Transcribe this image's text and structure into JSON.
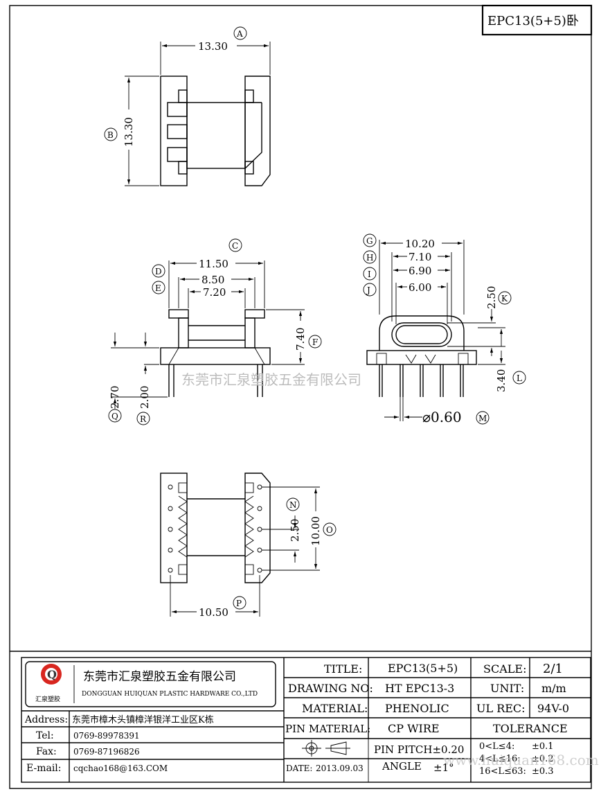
{
  "drawing_id": "EPC13(5+5)卧",
  "watermark_text": "东莞市汇泉塑胶五金有限公司",
  "watermark_site": "www.huiquan168.com",
  "top_view": {
    "width_label": "13.30",
    "height_label": "13.30",
    "width_marker": "A",
    "height_marker": "B"
  },
  "front_view": {
    "dims": [
      "11.50",
      "8.50",
      "7.20",
      "7.40",
      "2.70",
      "2.00"
    ],
    "markers": [
      "C",
      "D",
      "E",
      "F",
      "Q",
      "R"
    ]
  },
  "side_view": {
    "dims": [
      "10.20",
      "7.10",
      "6.90",
      "6.00",
      "2.50",
      "3.40",
      "⌀0.60"
    ],
    "markers": [
      "G",
      "H",
      "I",
      "J",
      "K",
      "L",
      "M"
    ]
  },
  "bottom_view": {
    "dims": [
      "2.50",
      "10.00",
      "10.50"
    ],
    "markers": [
      "N",
      "O",
      "P"
    ]
  },
  "title_block": {
    "company_cn": "东莞市汇泉塑胶五金有限公司",
    "company_en": "DONGGUAN HUIQUAN PLASTIC HARDWARE CO.,LTD",
    "logo_text": "汇泉塑胶",
    "logo_letter": "Q",
    "address_label": "Address:",
    "address": "东莞市樟木头镇樟洋银洋工业区K栋",
    "tel_label": "Tel:",
    "tel": "0769-89978391",
    "fax_label": "Fax:",
    "fax": "0769-87196826",
    "email_label": "E-mail:",
    "email": "cqchao168@163.COM",
    "title_label": "TITLE:",
    "title": "EPC13(5+5)",
    "drawing_no_label": "DRAWING NO:",
    "drawing_no": "HT EPC13-3",
    "material_label": "MATERIAL:",
    "material": "PHENOLIC",
    "pin_material_label": "PIN MATERIAL:",
    "pin_material": "CP WIRE",
    "date_label": "DATE:",
    "date": "2013.09.03",
    "pin_pitch": "PIN PITCH±0.20",
    "angle_label": "ANGLE",
    "angle": "±1°",
    "scale_label": "SCALE:",
    "scale": "2/1",
    "unit_label": "UNIT:",
    "unit": "m/m",
    "ul_rec_label": "UL REC:",
    "ul_rec": "94V-0",
    "tolerance_label": "TOLERANCE",
    "tolerances": [
      "0<L≤4:",
      "±0.1",
      "4<L≤16:",
      "±0.2",
      "16<L≤63:",
      "±0.3"
    ]
  }
}
